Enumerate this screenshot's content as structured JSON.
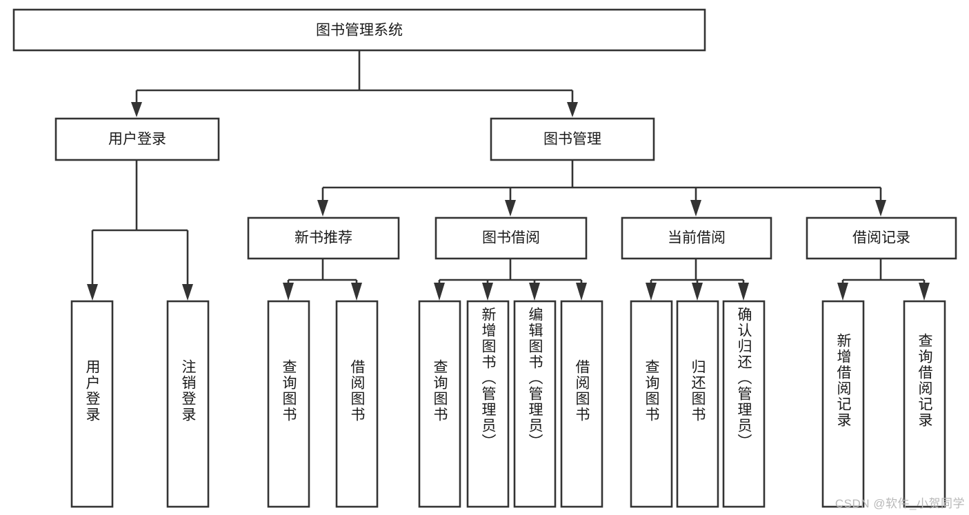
{
  "diagram": {
    "type": "tree-hierarchy",
    "title": "图书管理系统",
    "watermark": "CSDN @软件_小贺同学",
    "colors": {
      "box_border": "#333333",
      "box_fill": "#ffffff",
      "text": "#1a1a1a",
      "background": "#ffffff",
      "watermark": "#b8b8b8"
    },
    "root": {
      "label": "图书管理系统",
      "level": 1
    },
    "level2": [
      {
        "label": "用户登录"
      },
      {
        "label": "图书管理"
      }
    ],
    "level3": [
      {
        "label": "新书推荐",
        "parent": "图书管理"
      },
      {
        "label": "图书借阅",
        "parent": "图书管理"
      },
      {
        "label": "当前借阅",
        "parent": "图书管理"
      },
      {
        "label": "借阅记录",
        "parent": "图书管理"
      }
    ],
    "leaves": [
      {
        "label": "用户登录",
        "parent": "用户登录"
      },
      {
        "label": "注销登录",
        "parent": "用户登录"
      },
      {
        "label": "查询图书",
        "parent": "新书推荐"
      },
      {
        "label": "借阅图书",
        "parent": "新书推荐"
      },
      {
        "label": "查询图书",
        "parent": "图书借阅"
      },
      {
        "label": "新增图书（管理员）",
        "parent": "图书借阅"
      },
      {
        "label": "编辑图书（管理员）",
        "parent": "图书借阅"
      },
      {
        "label": "借阅图书",
        "parent": "图书借阅"
      },
      {
        "label": "查询图书",
        "parent": "当前借阅"
      },
      {
        "label": "归还图书",
        "parent": "当前借阅"
      },
      {
        "label": "确认归还（管理员）",
        "parent": "当前借阅"
      },
      {
        "label": "新增借阅记录",
        "parent": "借阅记录"
      },
      {
        "label": "查询借阅记录",
        "parent": "借阅记录"
      }
    ]
  }
}
